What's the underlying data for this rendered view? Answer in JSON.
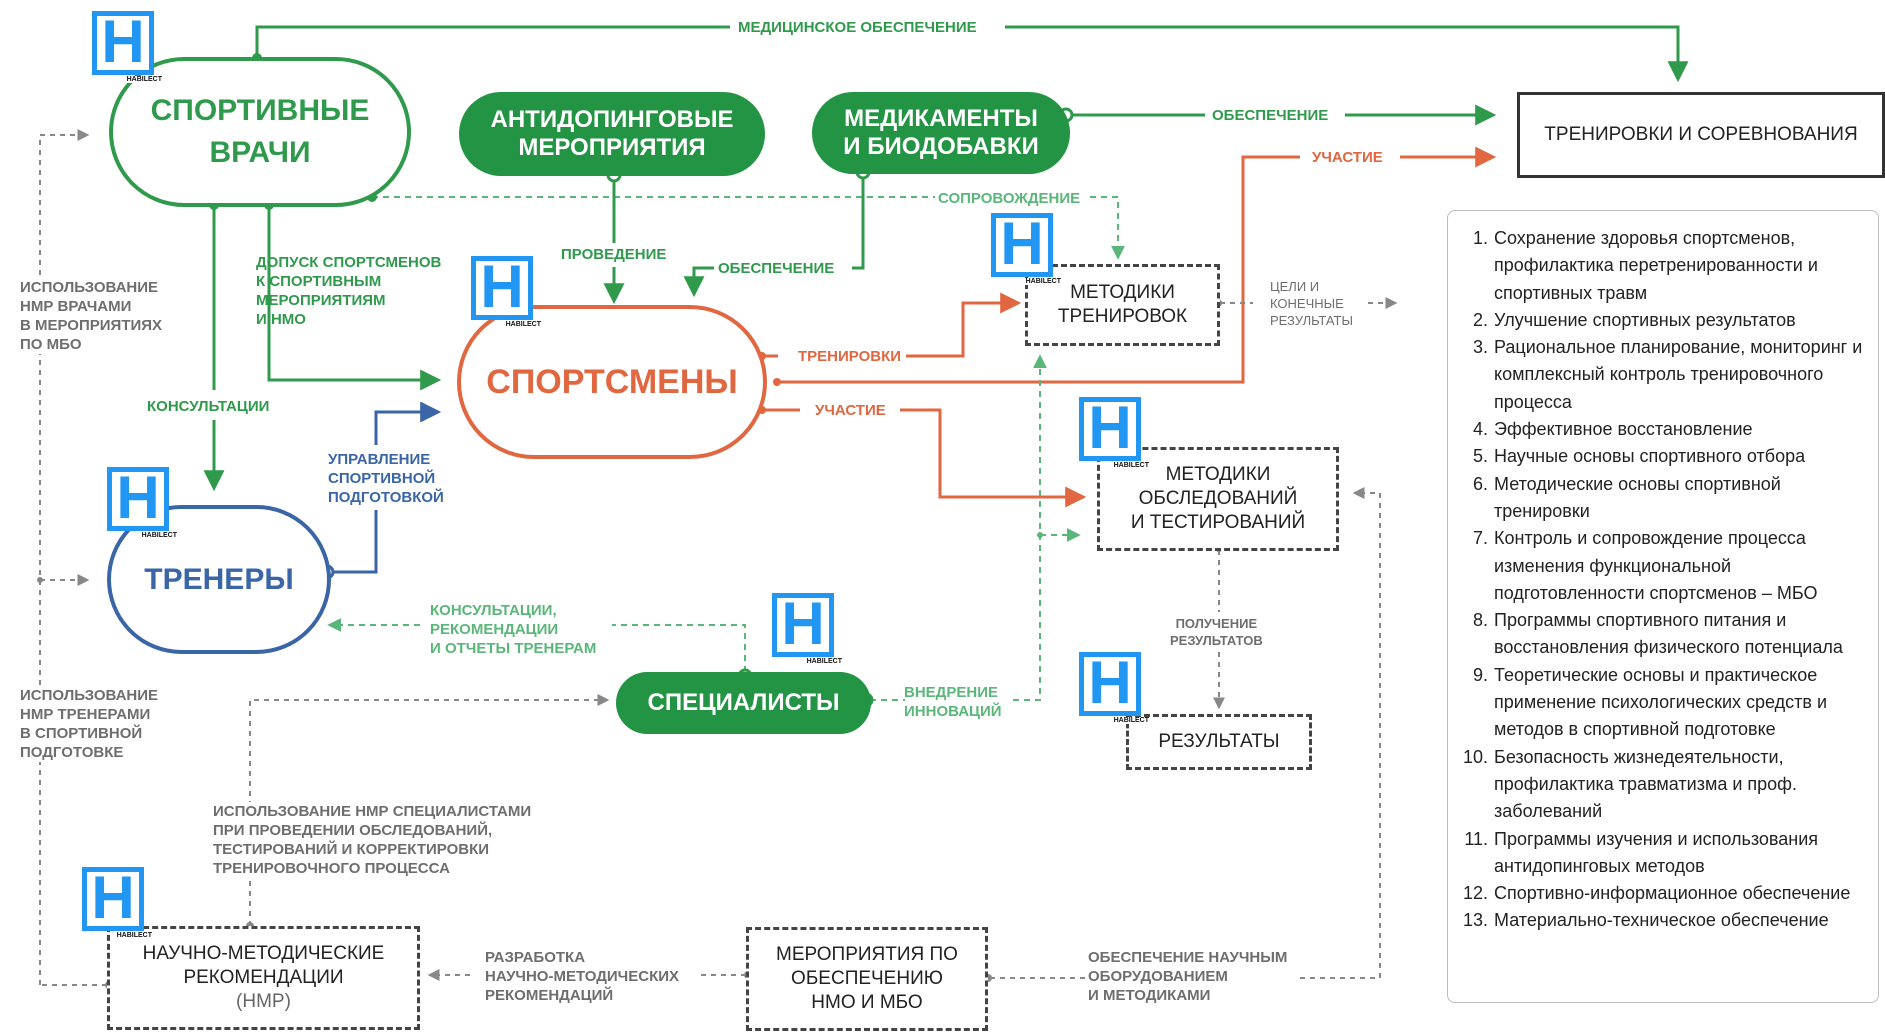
{
  "logo": {
    "letter": "H",
    "caption": "HABILECT"
  },
  "nodes": {
    "doctors": [
      "СПОРТИВНЫЕ",
      "ВРАЧИ"
    ],
    "antidoping": [
      "АНТИДОПИНГОВЫЕ",
      "МЕРОПРИЯТИЯ"
    ],
    "medicines": [
      "МЕДИКАМЕНТЫ",
      "И БИОДОБАВКИ"
    ],
    "training_competitions": "ТРЕНИРОВКИ И СОРЕВНОВАНИЯ",
    "athletes": "СПОРТСМЕНЫ",
    "training_methods": [
      "МЕТОДИКИ",
      "ТРЕНИРОВОК"
    ],
    "testing_methods": [
      "МЕТОДИКИ",
      "ОБСЛЕДОВАНИЙ",
      "И ТЕСТИРОВАНИЙ"
    ],
    "coaches": "ТРЕНЕРЫ",
    "specialists": "СПЕЦИАЛИСТЫ",
    "results": "РЕЗУЛЬТАТЫ",
    "recommendations": [
      "НАУЧНО-МЕТОДИЧЕСКИЕ",
      "РЕКОМЕНДАЦИИ",
      "(НМР)"
    ],
    "events": [
      "МЕРОПРИЯТИЯ ПО",
      "ОБЕСПЕЧЕНИЮ",
      "НМО И МБО"
    ]
  },
  "labels": {
    "medical_support": "МЕДИЦИНСКОЕ ОБЕСПЕЧЕНИЕ",
    "supply_top": "ОБЕСПЕЧЕНИЕ",
    "participation_top": "УЧАСТИЕ",
    "accompaniment": "СОПРОВОЖДЕНИЕ",
    "conducting": "ПРОВЕДЕНИЕ",
    "supply_mid": "ОБЕСПЕЧЕНИЕ",
    "admission": [
      "ДОПУСК СПОРТСМЕНОВ",
      "К СПОРТИВНЫМ",
      "МЕРОПРИЯТИЯМ",
      "И НМО"
    ],
    "goals_results": [
      "ЦЕЛИ И",
      "КОНЕЧНЫЕ",
      "РЕЗУЛЬТАТЫ"
    ],
    "trainings": "ТРЕНИРОВКИ",
    "participation_mid": "УЧАСТИЕ",
    "consultations": "КОНСУЛЬТАЦИИ",
    "doctors_use": [
      "ИСПОЛЬЗОВАНИЕ",
      "НМР ВРАЧАМИ",
      "В МЕРОПРИЯТИЯХ",
      "ПО МБО"
    ],
    "management": [
      "УПРАВЛЕНИЕ",
      "СПОРТИВНОЙ",
      "ПОДГОТОВКОЙ"
    ],
    "consult_reports": [
      "КОНСУЛЬТАЦИИ,",
      "РЕКОМЕНДАЦИИ",
      "И ОТЧЕТЫ ТРЕНЕРАМ"
    ],
    "receiving_results": [
      "ПОЛУЧЕНИЕ",
      "РЕЗУЛЬТАТОВ"
    ],
    "innovations": [
      "ВНЕДРЕНИЕ",
      "ИННОВАЦИЙ"
    ],
    "coaches_use": [
      "ИСПОЛЬЗОВАНИЕ",
      "НМР ТРЕНЕРАМИ",
      "В СПОРТИВНОЙ",
      "ПОДГОТОВКЕ"
    ],
    "specialists_use": [
      "ИСПОЛЬЗОВАНИЕ НМР СПЕЦИАЛИСТАМИ",
      "ПРИ ПРОВЕДЕНИИ ОБСЛЕДОВАНИЙ,",
      "ТЕСТИРОВАНИЙ И КОРРЕКТИРОВКИ",
      "ТРЕНИРОВОЧНОГО ПРОЦЕССА"
    ],
    "development": [
      "РАЗРАБОТКА",
      "НАУЧНО-МЕТОДИЧЕСКИХ",
      "РЕКОМЕНДАЦИЙ"
    ],
    "equipment": [
      "ОБЕСПЕЧЕНИЕ НАУЧНЫМ",
      "ОБОРУДОВАНИЕМ",
      "И МЕТОДИКАМИ"
    ]
  },
  "goals": [
    {
      "num": "1.",
      "text": "Сохранение здоровья спортсменов, профилактика перетренированности и спортивных травм"
    },
    {
      "num": "2.",
      "text": "Улучшение спортивных результатов"
    },
    {
      "num": "3.",
      "text": "Рациональное планирование, мониторинг и комплексный контроль тренировочного процесса"
    },
    {
      "num": "4.",
      "text": "Эффективное восстановление"
    },
    {
      "num": "5.",
      "text": "Научные основы спортивного отбора"
    },
    {
      "num": "6.",
      "text": "Методические основы спортивной тренировки"
    },
    {
      "num": "7.",
      "text": "Контроль и сопровождение процесса изменения функциональной подготовленности спортсменов – МБО"
    },
    {
      "num": "8.",
      "text": "Программы спортивного питания и восстановления физического потенциала"
    },
    {
      "num": "9.",
      "text": "Теоретические основы и практическое применение психологических средств и методов в спортивной подготовке"
    },
    {
      "num": "10.",
      "text": "Безопасность жизнедеятельности, профилактика травматизма и проф. заболеваний"
    },
    {
      "num": "11.",
      "text": "Программы изучения и использования антидопинговых методов"
    },
    {
      "num": "12.",
      "text": "Спортивно-информационное обеспечение"
    },
    {
      "num": "13.",
      "text": "Материально-техническое обеспечение"
    }
  ],
  "colors": {
    "green": "#2f9a4c",
    "light_green": "#5bb67a",
    "red": "#e0673f",
    "blue": "#3a66a7",
    "gray": "#888888",
    "logo_blue": "#2196f3"
  }
}
